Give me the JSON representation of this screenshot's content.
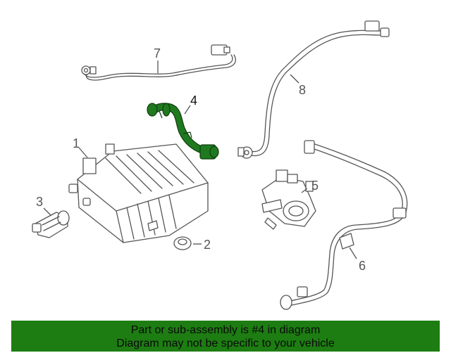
{
  "callouts": {
    "c1": "1",
    "c2": "2",
    "c3": "3",
    "c4": "4",
    "c5": "5",
    "c6": "6",
    "c7": "7",
    "c8": "8"
  },
  "banner": {
    "line1": "Part or sub-assembly is #4 in diagram",
    "line2": "Diagram may not be specific to your vehicle"
  },
  "colors": {
    "highlight": "#1f7a1f",
    "banner": "#1d7d12",
    "linework": "#555555"
  }
}
